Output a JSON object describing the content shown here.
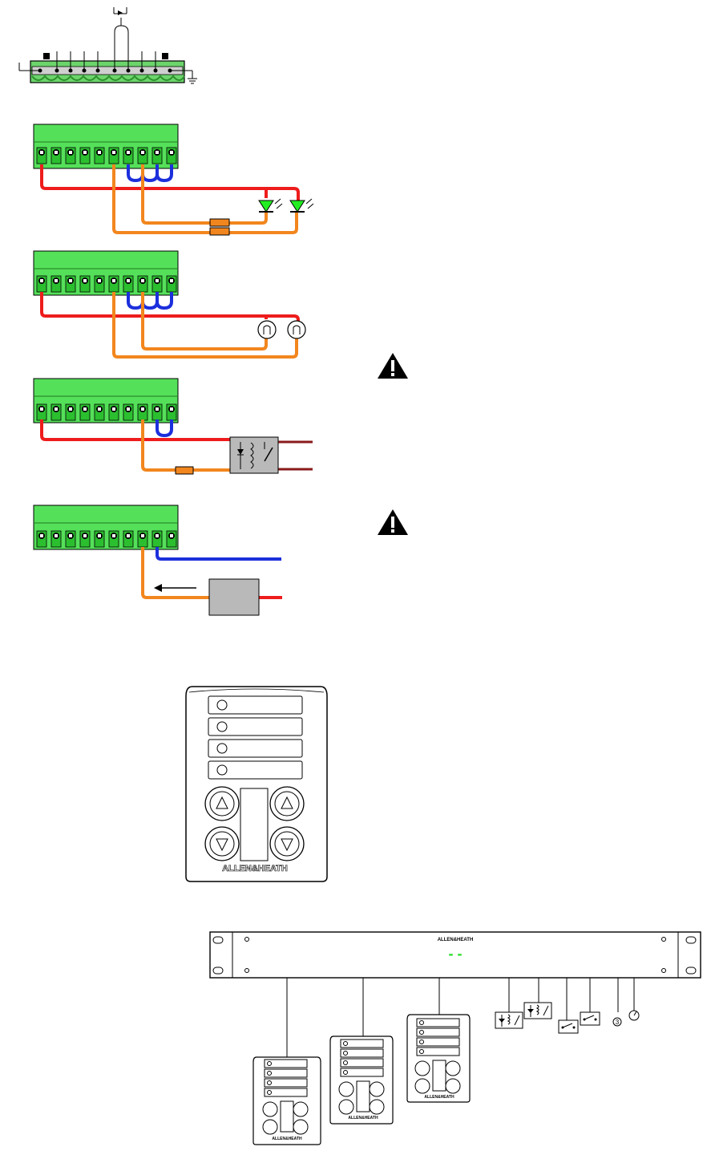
{
  "colors": {
    "connector_green": "#55e05a",
    "connector_dark": "#1e7a1e",
    "wire_red": "#ee1c1c",
    "wire_blue": "#1c2fdc",
    "wire_orange": "#f2861e",
    "wire_brown": "#8a1a1a",
    "led_green": "#22ee22",
    "display_green": "#22dd22",
    "device_grey": "#b9b9b9"
  },
  "icons": [
    "warning-icon",
    "warning-icon",
    "led-icon",
    "lamp-icon",
    "relay-icon",
    "switch-icon"
  ],
  "remote_panel": {
    "brand": "ALLEN&HEATH",
    "button_count": 4
  },
  "rack_unit": {
    "brand": "ALLEN&HEATH",
    "display": "- -"
  },
  "small_remotes": [
    {
      "brand": "ALLEN&HEATH"
    },
    {
      "brand": "ALLEN&HEATH"
    },
    {
      "brand": "ALLEN&HEATH"
    }
  ],
  "dial_label": "3"
}
